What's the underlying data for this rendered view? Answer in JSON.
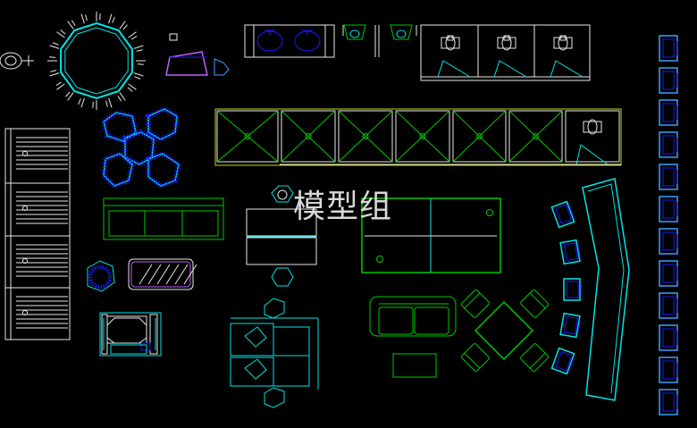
{
  "drawing": {
    "title": "模型组",
    "background": "#000000",
    "colors": {
      "cyan": "#00e5e5",
      "green": "#00c800",
      "blue": "#1a1aff",
      "yellow": "#d4d400",
      "magenta": "#c060ff",
      "white": "#e8e8e8",
      "lightblue": "#3aa0ff"
    }
  },
  "blocks": [
    "round-table-with-chairs",
    "armchair-small",
    "vanity-sink-row",
    "urinal-stalls",
    "toilet-stall-row",
    "lockers-column",
    "bed-stack",
    "lounge-chairs-cluster",
    "three-seat-sofa",
    "meeting-desk-pair",
    "conference-table",
    "curved-bar-counter",
    "bar-stools",
    "armchair-round",
    "coffee-table",
    "tv-cabinet",
    "office-workstations",
    "two-seat-sofa",
    "square-dining-set",
    "low-table"
  ]
}
